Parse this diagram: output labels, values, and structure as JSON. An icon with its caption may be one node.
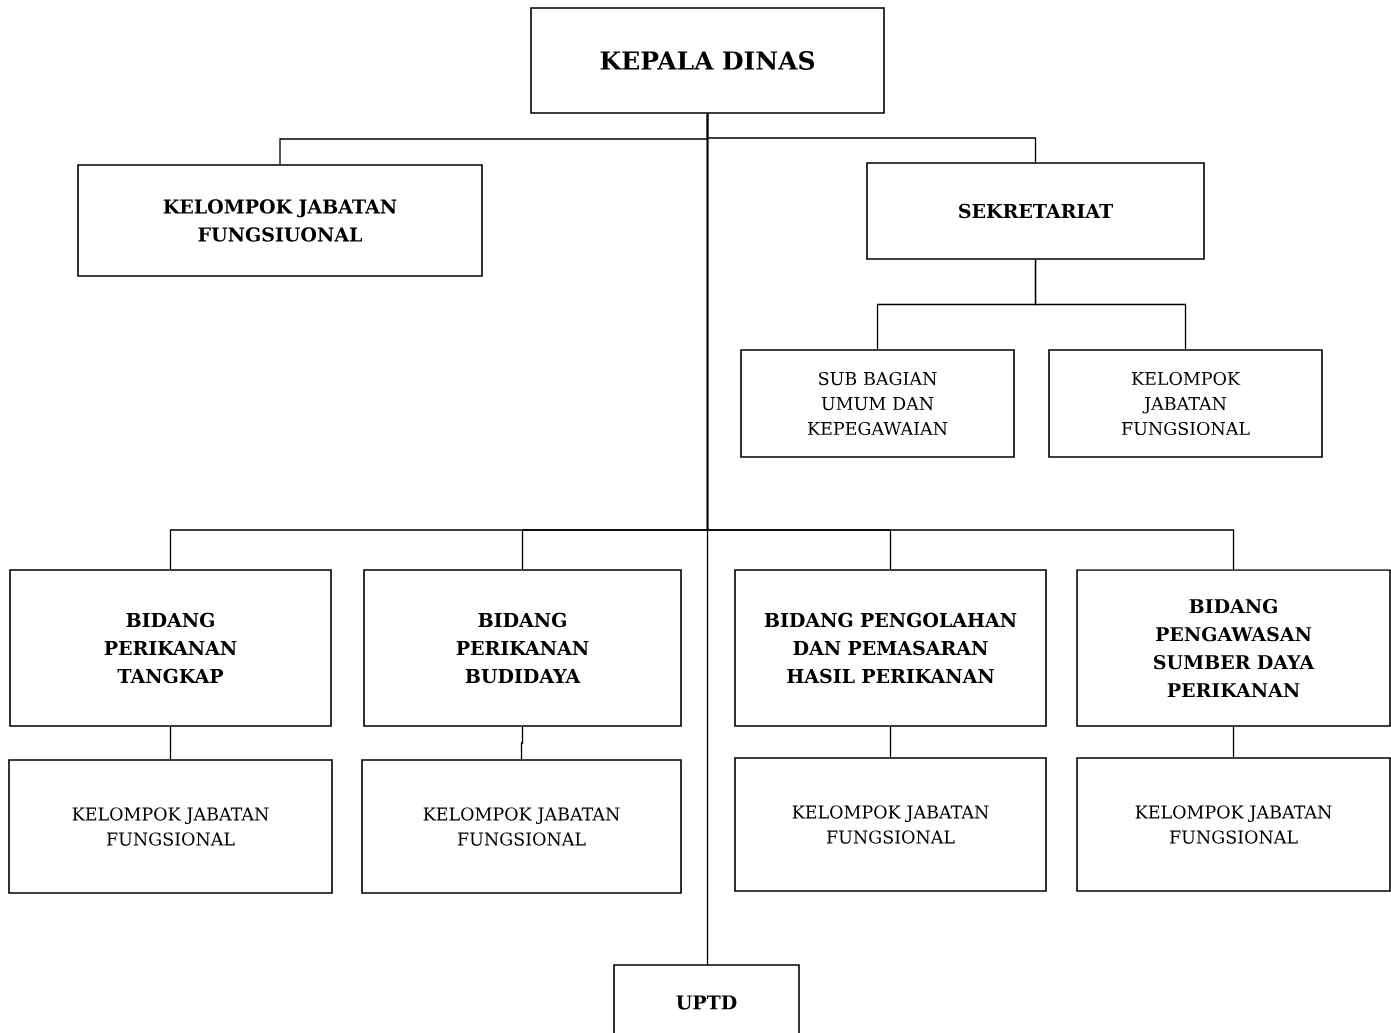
{
  "diagram": {
    "nodes": [
      {
        "text": [
          "KEPALA DINAS"
        ]
      },
      {
        "text": [
          "KELOMPOK JABATAN FUNGSIUONAL"
        ]
      },
      {
        "text": [
          "SEKRETARIAT"
        ]
      },
      {
        "text": [
          "SUB BAGIAN UMUM DAN KEPEGAWAIAN"
        ]
      },
      {
        "text": [
          "KELOMPOK JABATAN FUNGSIONAL"
        ]
      },
      {
        "text": [
          "BIDANG PERIKANAN TANGKAP"
        ]
      },
      {
        "text": [
          "BIDANG PERIKANAN BUDIDAYA"
        ]
      },
      {
        "text": [
          "BIDANG PENGOLAHAN DAN PEMASARAN HASIL PERIKANAN"
        ]
      },
      {
        "text": [
          "BIDANG PENGAWASAN SUMBER DAYA PERIKANAN"
        ]
      },
      {
        "text": [
          "KELOMPOK JABATAN FUNGSIONAL"
        ]
      },
      {
        "text": [
          "KELOMPOK JABATAN FUNGSIONAL"
        ]
      },
      {
        "text": [
          "KELOMPOK JABATAN FUNGSIONAL"
        ]
      },
      {
        "text": [
          "KELOMPOK JABATAN FUNGSIONAL"
        ]
      },
      {
        "text": [
          "UPTD"
        ]
      }
    ],
    "edges": [
      {
        "from": 0,
        "to": 1,
        "arrow": "none"
      },
      {
        "from": 0,
        "to": 2,
        "arrow": "none"
      },
      {
        "from": 2,
        "to": 3,
        "arrow": "none"
      },
      {
        "from": 2,
        "to": 4,
        "arrow": "none"
      },
      {
        "from": 0,
        "to": 5,
        "arrow": "none"
      },
      {
        "from": 0,
        "to": 6,
        "arrow": "none"
      },
      {
        "from": 0,
        "to": 7,
        "arrow": "none"
      },
      {
        "from": 0,
        "to": 8,
        "arrow": "none"
      },
      {
        "from": 5,
        "to": 9,
        "arrow": "none"
      },
      {
        "from": 6,
        "to": 10,
        "arrow": "none"
      },
      {
        "from": 7,
        "to": 11,
        "arrow": "none"
      },
      {
        "from": 8,
        "to": 12,
        "arrow": "none"
      },
      {
        "from": 0,
        "to": 13,
        "arrow": "none"
      }
    ]
  }
}
